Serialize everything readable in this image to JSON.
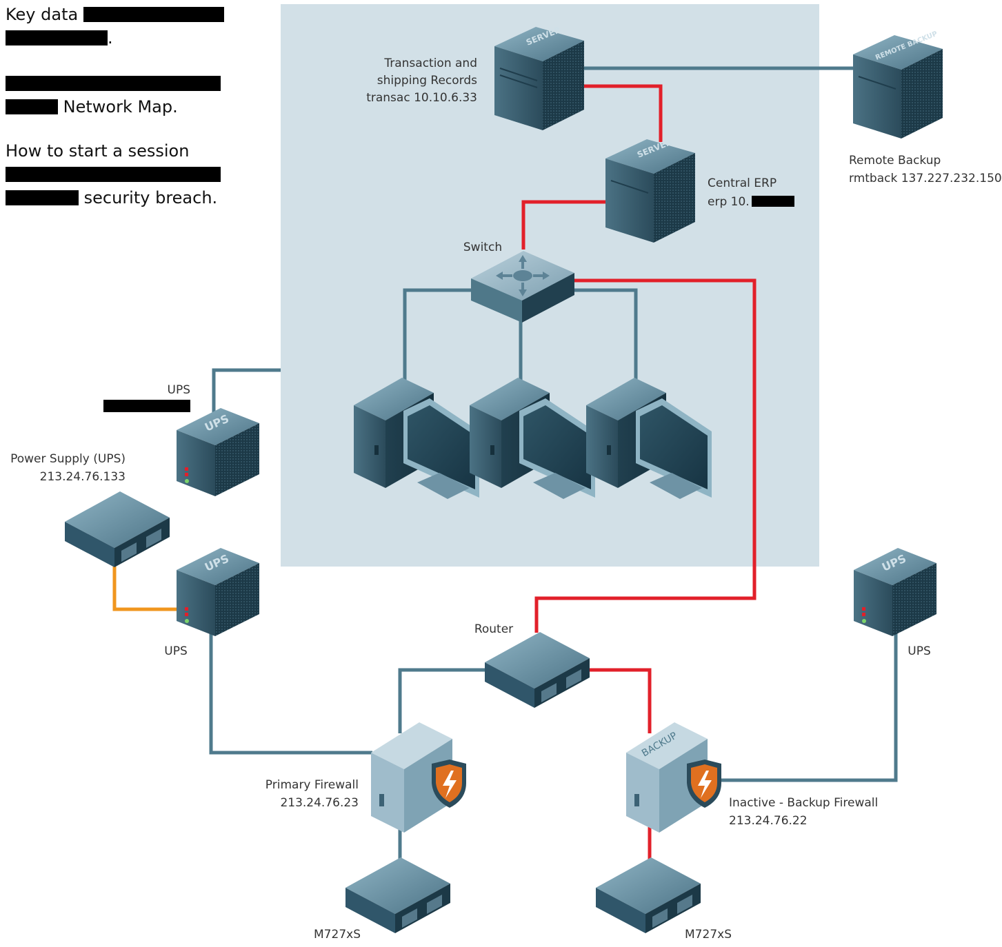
{
  "intro": {
    "line1": "Key data",
    "line2_end": ".",
    "line4_end": "Network Map.",
    "line5": "How to start a session",
    "line7_end": "security breach."
  },
  "colors": {
    "zone_fill": "#d2e0e7",
    "link_normal": "#4f7a8c",
    "link_active": "#e2202a",
    "link_power": "#f0961e",
    "device_dark": "#1f3d4c",
    "device_mid": "#3c6275",
    "device_light": "#7fa6b8"
  },
  "labels": {
    "transac_1": "Transaction and",
    "transac_2": "shipping Records",
    "transac_3": "transac 10.10.6.33",
    "backup_1": "Remote Backup",
    "backup_2": "rmtback 137.227.232.150",
    "erp_1": "Central ERP",
    "erp_2": "erp 10.",
    "switch": "Switch",
    "ups_top": "UPS",
    "power_1": "Power Supply (UPS)",
    "power_2": "213.24.76.133",
    "ups_mid": "UPS",
    "router": "Router",
    "ups_right": "UPS",
    "fw1_1": "Primary Firewall",
    "fw1_2": "213.24.76.23",
    "fw2_1": "Inactive - Backup Firewall",
    "fw2_2": "213.24.76.22",
    "m1": "M727xS",
    "m2": "M727xS"
  },
  "device_text": {
    "server": "SERVER",
    "remote": "REMOTE BACKUP",
    "ups": "UPS",
    "backup": "BACKUP"
  },
  "icons": {
    "switch": "switch-icon",
    "server": "server-icon",
    "workstation": "workstation-icon",
    "ups": "ups-icon",
    "router": "router-icon",
    "firewall": "firewall-icon"
  }
}
